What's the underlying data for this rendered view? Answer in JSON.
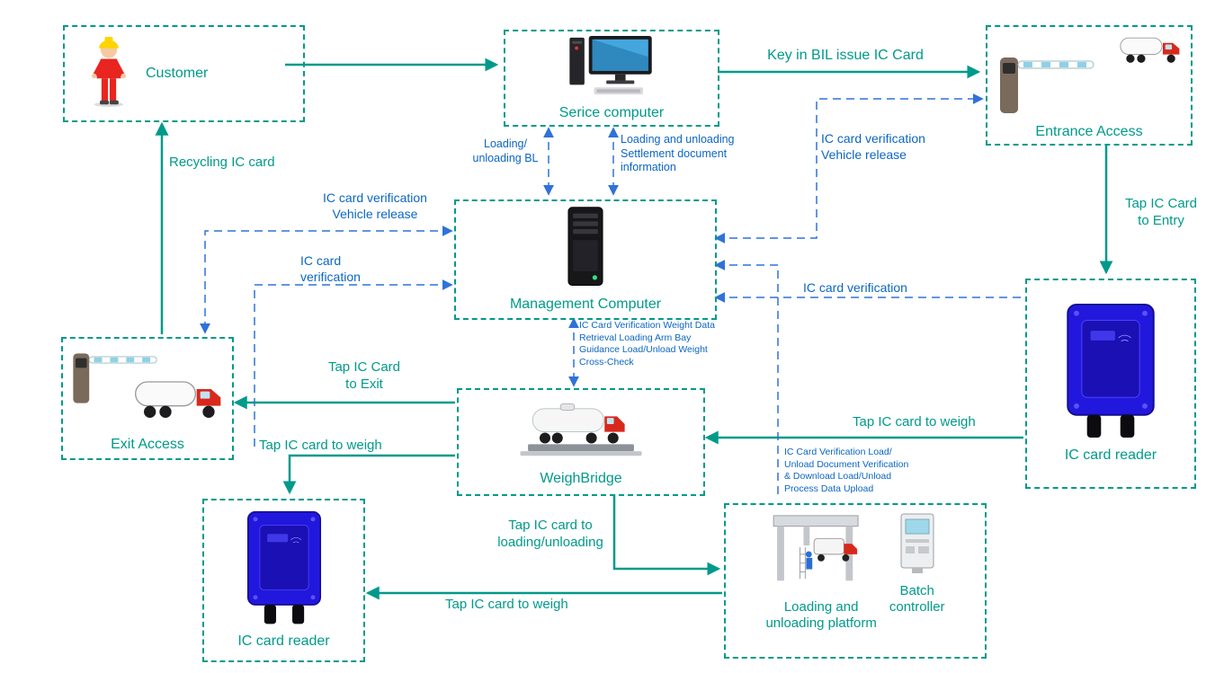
{
  "colors": {
    "teal": "#009a8a",
    "blue_text": "#0b66c3",
    "blue_line": "#2f72d9",
    "box_border": "#009a8a"
  },
  "nodes": {
    "customer": {
      "label": "Customer",
      "icon": "worker-icon"
    },
    "service_computer": {
      "label": "Serice computer",
      "icon": "desktop-computer-icon"
    },
    "entrance_access": {
      "label": "Entrance Access",
      "icon": "barrier-gate-icon truck-icon"
    },
    "management_computer": {
      "label": "Management Computer",
      "icon": "server-tower-icon"
    },
    "ic_card_reader_right": {
      "label": "IC card reader",
      "icon": "card-reader-icon"
    },
    "exit_access": {
      "label": "Exit Access",
      "icon": "barrier-gate-icon truck-icon"
    },
    "weighbridge": {
      "label": "WeighBridge",
      "icon": "weighbridge-truck-icon"
    },
    "ic_card_reader_bottom": {
      "label": "IC card reader",
      "icon": "card-reader-icon"
    },
    "loading_platform": {
      "label": "Loading and\nunloading platform",
      "icon": "loading-platform-icon"
    },
    "batch_controller": {
      "label": "Batch\ncontroller",
      "icon": "batch-controller-icon"
    }
  },
  "flows": {
    "service_to_entrance": {
      "label": "Key in BIL issue IC Card",
      "style": "solid-teal"
    },
    "exit_to_customer": {
      "label": "Recycling IC card",
      "style": "solid-teal"
    },
    "service_mgmt_bl": {
      "label": "Loading/\nunloading BL",
      "style": "dashed-blue"
    },
    "service_mgmt_settlement": {
      "label": "Loading and unloading\nSettlement document\ninformation",
      "style": "dashed-blue"
    },
    "mgmt_entrance": {
      "label": "IC card verification\nVehicle release",
      "style": "dashed-blue"
    },
    "mgmt_exit": {
      "label": "IC card verification\nVehicle release",
      "style": "dashed-blue"
    },
    "mgmt_verify_left": {
      "label": "IC card\nverification",
      "style": "dashed-blue"
    },
    "reader_right_to_mgmt": {
      "label": "IC card verification",
      "style": "dashed-blue"
    },
    "entrance_to_reader": {
      "label": "Tap IC Card\nto Entry",
      "style": "solid-teal"
    },
    "mgmt_weighbridge": {
      "label": "IC Card Verification  Weight Data\nRetrieval Loading Arm Bay\nGuidance Load/Unload Weight\nCross-Check",
      "style": "dashed-blue"
    },
    "weighbridge_to_exit": {
      "label": "Tap IC Card\nto Exit",
      "style": "solid-teal"
    },
    "reader_right_to_weighbridge": {
      "label": "Tap IC card to weigh",
      "style": "solid-teal"
    },
    "weighbridge_to_reader_bottom": {
      "label": "Tap IC card to weigh",
      "style": "solid-teal"
    },
    "weighbridge_to_platform": {
      "label": "Tap IC card to\nloading/unloading",
      "style": "solid-teal"
    },
    "platform_to_mgmt": {
      "label": "IC Card Verification Load/\nUnload Document Verification\n& Download  Load/Unload\nProcess Data Upload",
      "style": "dashed-blue"
    },
    "platform_to_reader_bottom": {
      "label": "Tap IC card to weigh",
      "style": "solid-teal"
    }
  }
}
